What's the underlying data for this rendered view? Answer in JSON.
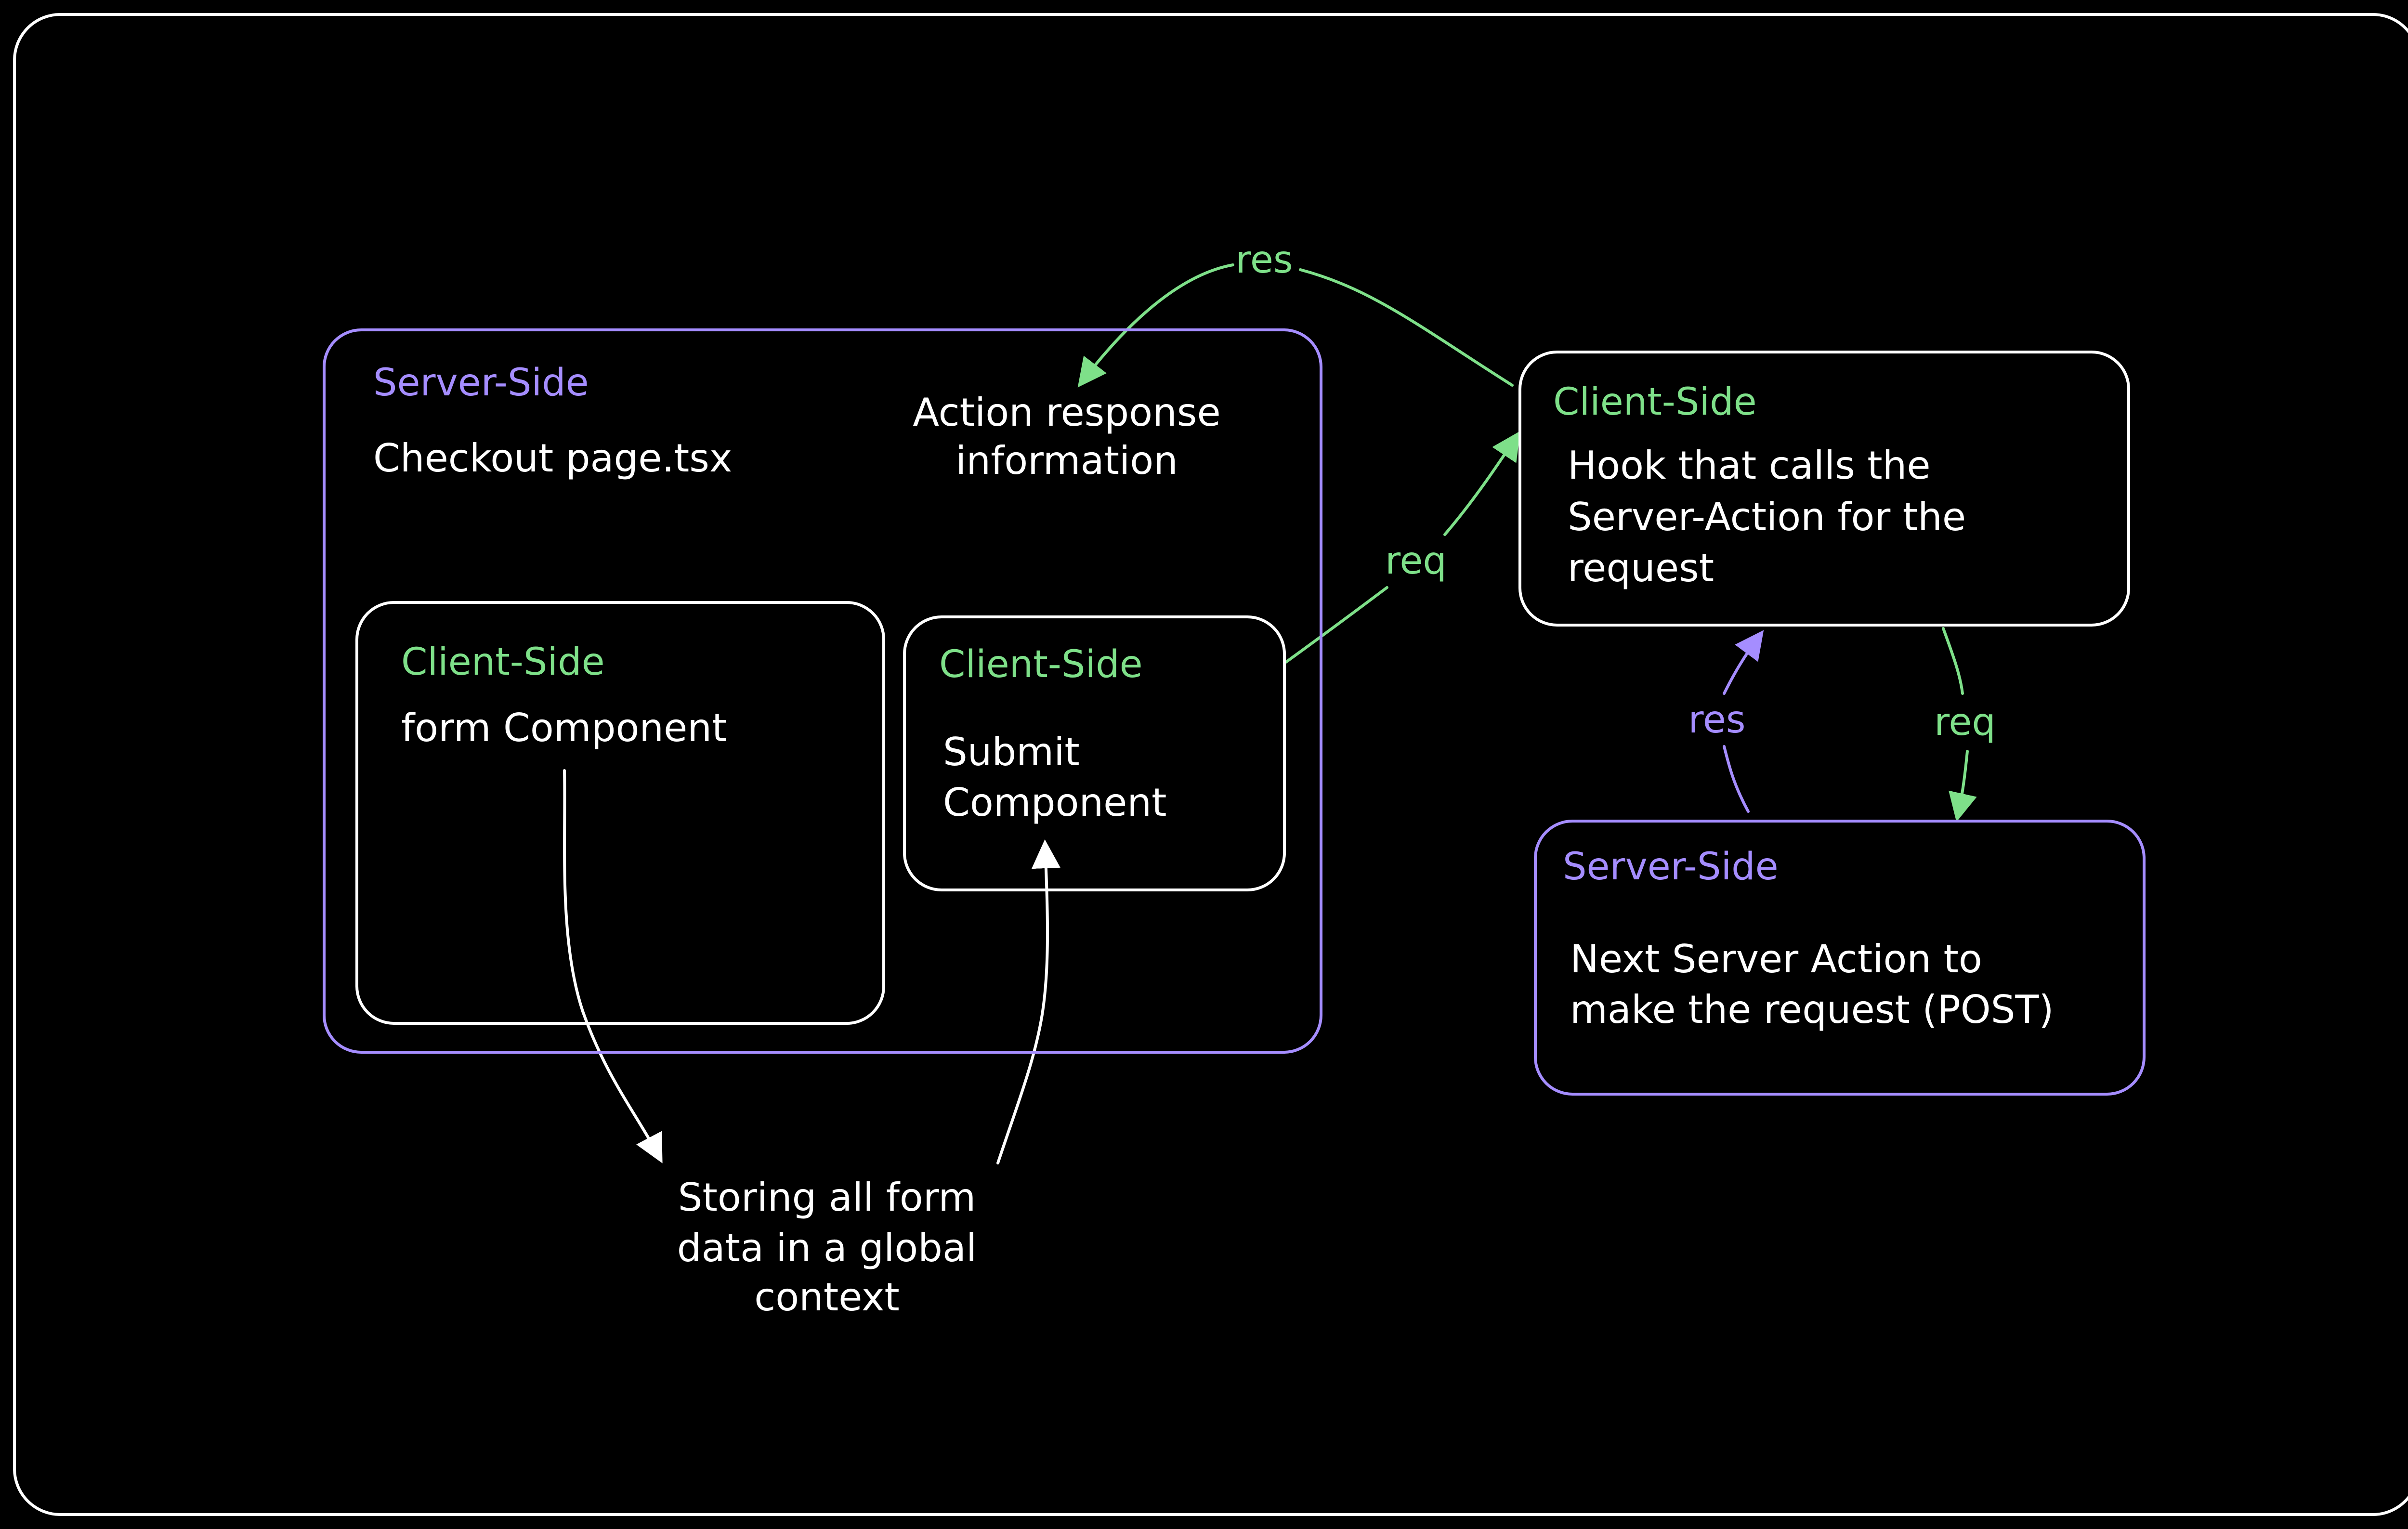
{
  "colors": {
    "background": "#000000",
    "frame": "#ffffff",
    "server": "#a58dff",
    "client": "#7ee089",
    "text": "#ffffff"
  },
  "page_box": {
    "tag": "Server-Side",
    "title": "Checkout page.tsx",
    "response_note": [
      "Action response",
      "information"
    ]
  },
  "form_box": {
    "tag": "Client-Side",
    "title": "form Component"
  },
  "submit_box": {
    "tag": "Client-Side",
    "title": [
      "Submit",
      "Component"
    ]
  },
  "hook_box": {
    "tag": "Client-Side",
    "title": [
      "Hook that calls the",
      "Server-Action for the",
      "request"
    ]
  },
  "action_box": {
    "tag": "Server-Side",
    "title": [
      "Next Server Action to",
      "make the request (POST)"
    ]
  },
  "global_note": [
    "Storing all form",
    "data in a global",
    "context"
  ],
  "edge_labels": {
    "res_top": "res",
    "req_mid": "req",
    "res_bottom": "res",
    "req_bottom": "req"
  }
}
